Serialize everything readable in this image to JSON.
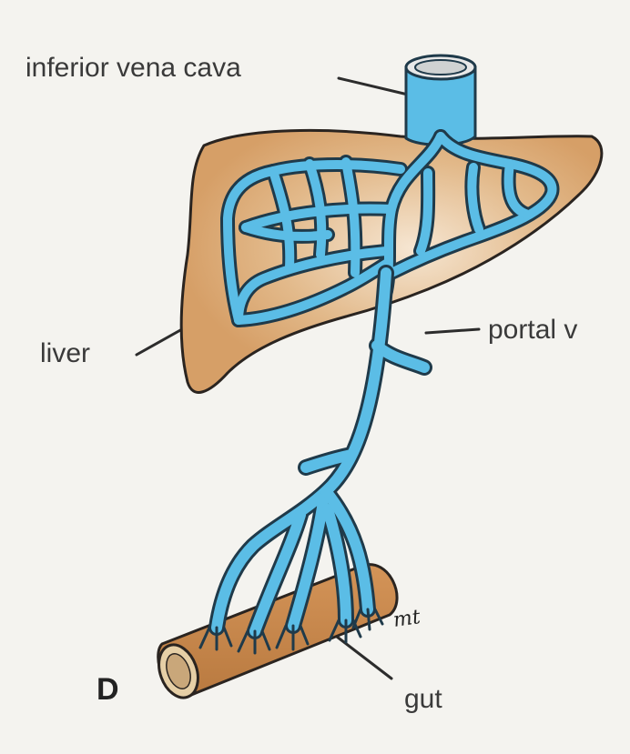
{
  "labels": {
    "inferior_vena_cava": "inferior vena cava",
    "liver": "liver",
    "portal_vein": "portal v",
    "gut": "gut",
    "panel_letter": "D",
    "initials": "mt"
  },
  "colors": {
    "background": "#f4f3ef",
    "liver": "#d9a46e",
    "liver_highlight": "#f3dcc0",
    "vessel": "#5bbde6",
    "vessel_outline": "#1f3a4a",
    "gut": "#c98a4e",
    "text": "#3a3a3a"
  }
}
